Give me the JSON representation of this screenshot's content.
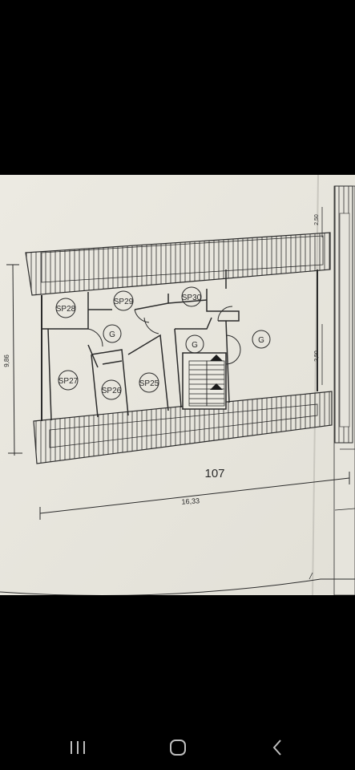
{
  "plan": {
    "lot_number": "107",
    "dim_width": "16,33",
    "dim_height": "9,86",
    "dim_right_top": "2,50",
    "dim_right_bottom": "2,50",
    "rooms": {
      "sp25": "SP25",
      "sp26": "SP26",
      "sp27": "SP27",
      "sp28": "SP28",
      "sp29": "SP29",
      "sp30": "SP30",
      "g_center": "G",
      "g_stairs": "G",
      "g_right": "G"
    }
  },
  "navbar": {
    "icons": [
      "recent-apps-icon",
      "home-icon",
      "back-icon"
    ]
  },
  "colors": {
    "paper": "#e9e7df",
    "ink": "#2b2b2b",
    "screen_bg": "#000000"
  }
}
